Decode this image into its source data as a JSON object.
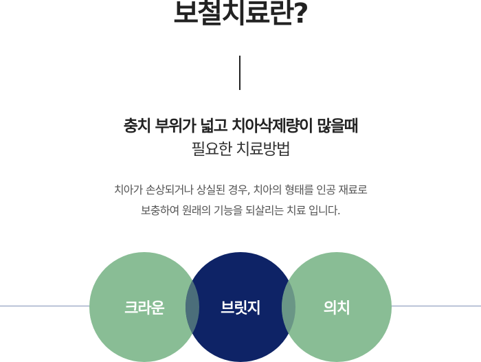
{
  "header": {
    "title": "보철치료란?"
  },
  "intro": {
    "headline": "충치 부위가 넓고 치아삭제량이 많을때",
    "subline": "필요한 치료방법",
    "description_line1": "치아가 손상되거나 상실된 경우, 치아의 형태를 인공 재료로",
    "description_line2": "보충하여 원래의 기능을 되살리는 치료 입니다."
  },
  "treatments": [
    {
      "label": "크라운",
      "color": "#89bd95"
    },
    {
      "label": "브릿지",
      "color": "#0e2366"
    },
    {
      "label": "의치",
      "color": "#89bd95"
    }
  ],
  "colors": {
    "green": "#89bd95",
    "navy": "#0e2366",
    "overlap_left": "#4b6e7a",
    "overlap_right": "#6a9686",
    "divider": "#7f8fb5"
  }
}
